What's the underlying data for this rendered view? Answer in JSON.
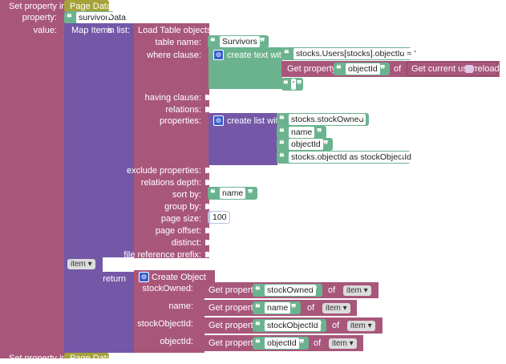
{
  "set_block": {
    "set_property_label": "Set property in:",
    "target": "Page Data",
    "property_label": "property:",
    "property_value": "survivorData",
    "value_label": "value:"
  },
  "map_block": {
    "label": "Map Items",
    "list_label": "in list:",
    "item_var": "item",
    "return_label": "return"
  },
  "load_block": {
    "label": "Load Table objects",
    "table_name_label": "table name:",
    "table_name": "Survivors",
    "where_label": "where clause:",
    "having_label": "having clause:",
    "relations_label": "relations:",
    "properties_label": "properties:",
    "exclude_label": "exclude properties:",
    "depth_label": "relations depth:",
    "sort_label": "sort by:",
    "sort_value": "name",
    "group_label": "group by:",
    "page_size_label": "page size:",
    "page_size_value": "100",
    "page_offset_label": "page offset:",
    "distinct_label": "distinct:",
    "file_prefix_label": "file reference prefix:"
  },
  "where_text": {
    "label": "create text with",
    "part1": "stocks.Users[stocks].objectId = '",
    "get_property_label": "Get property",
    "get_property_value": "objectId",
    "of_label": "of",
    "current_user_label": "Get current user",
    "reload_label": "reload",
    "part3": "'"
  },
  "properties_list": {
    "label": "create list with",
    "items": [
      "stocks.stockOwned",
      "name",
      "objectId",
      "stocks.objectId as stockObjectId"
    ]
  },
  "create_object": {
    "label": "Create Object",
    "rows": [
      {
        "key": "stockOwned:",
        "get": "Get property",
        "prop": "stockOwned",
        "of": "of",
        "var": "item"
      },
      {
        "key": "name:",
        "get": "Get property",
        "prop": "name",
        "of": "of",
        "var": "item"
      },
      {
        "key": "stockObjectId:",
        "get": "Get property",
        "prop": "stockObjectId",
        "of": "of",
        "var": "item"
      },
      {
        "key": "objectId:",
        "get": "Get property",
        "prop": "objectId",
        "of": "of",
        "var": "item"
      }
    ]
  },
  "next_block": {
    "set_property_label": "Set property in:",
    "target": "Page Data"
  },
  "colors": {
    "set_block": "#a8577b",
    "page_data_chip": "#a5a23c",
    "text": "#6bb38f",
    "map_block": "#7458a7",
    "logic_gear": "#3a5fcf"
  }
}
